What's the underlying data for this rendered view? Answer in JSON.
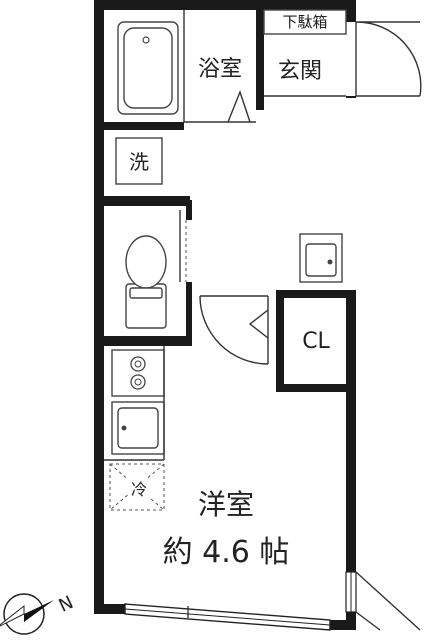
{
  "rooms": {
    "bathroom": "浴室",
    "entrance": "玄関",
    "shoe_box": "下駄箱",
    "washer": "洗",
    "closet": "CL",
    "fridge": "冷",
    "western_room": "洋室",
    "western_room_size": "約 4.6 帖"
  },
  "compass": {
    "direction": "N"
  },
  "icons": {
    "bathtub": "bathtub-icon",
    "toilet": "toilet-icon",
    "stove": "stove-icon",
    "sink": "sink-icon",
    "washbasin": "washbasin-icon",
    "compass": "compass-icon"
  }
}
